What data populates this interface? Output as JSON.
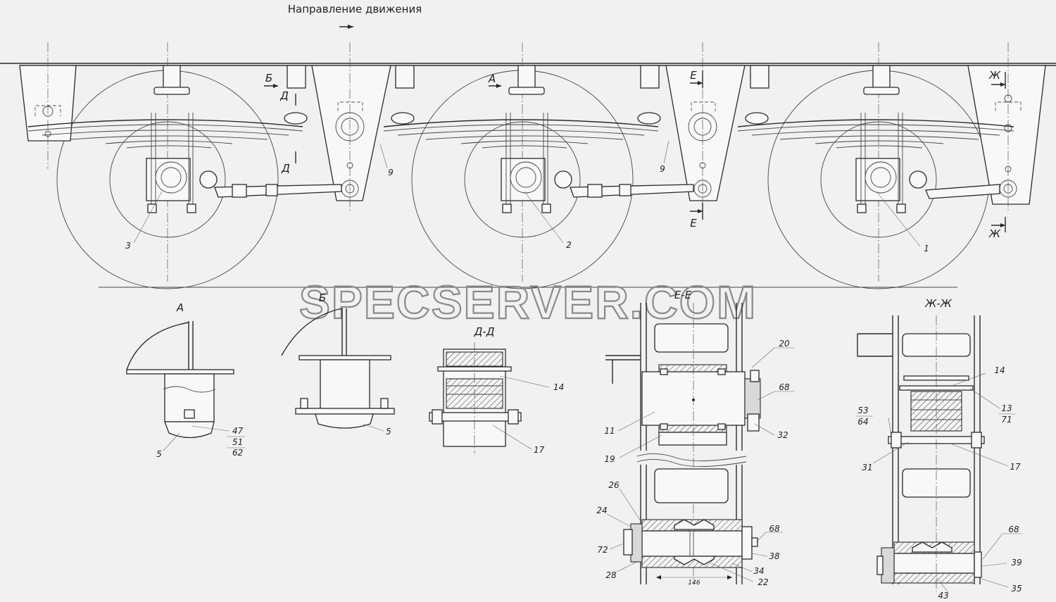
{
  "direction_label": "Направление движения",
  "watermark": "SPECSERVER.COM",
  "section_marks": {
    "A": "А",
    "B": "Б",
    "D": "Д",
    "E": "Е",
    "Zh": "Ж"
  },
  "section_titles": {
    "A": "А",
    "B": "Б",
    "DD": "Д-Д",
    "EE": "Е-Е",
    "ZhZh": "Ж-Ж"
  },
  "callouts": {
    "main": [
      "3",
      "2",
      "1",
      "9",
      "9"
    ],
    "view_a": [
      "47",
      "51",
      "62",
      "5"
    ],
    "view_b": [
      "5"
    ],
    "sec_dd": [
      "14",
      "17"
    ],
    "sec_ee": [
      "20",
      "68",
      "11",
      "32",
      "19",
      "26",
      "24",
      "72",
      "28",
      "68",
      "38",
      "34",
      "22"
    ],
    "sec_zhzh": [
      "14",
      "53",
      "64",
      "13",
      "71",
      "31",
      "17",
      "68",
      "39",
      "35",
      "43"
    ]
  },
  "dimension_146": "146",
  "colors": {
    "line": "#2a2a2a",
    "background": "#f1f1f1",
    "watermark": "#8a8a8a"
  }
}
